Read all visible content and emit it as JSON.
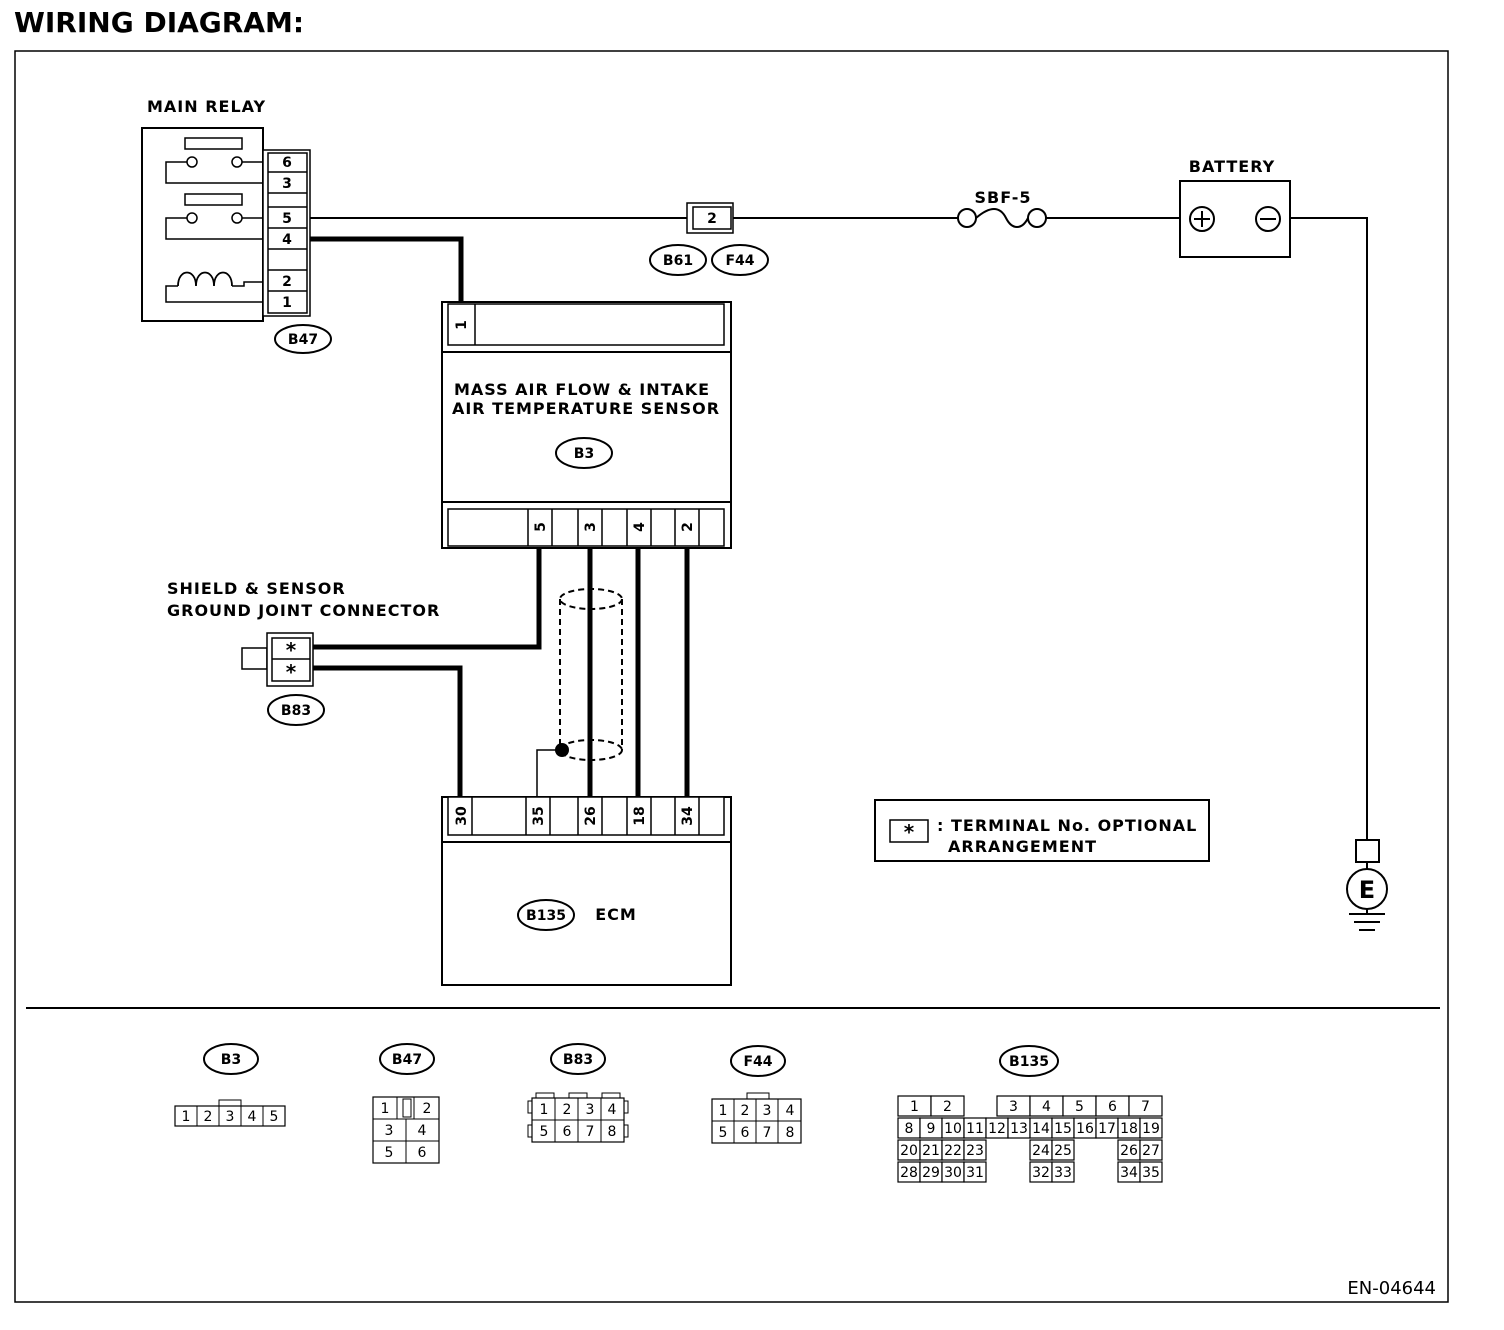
{
  "title": "WIRING DIAGRAM:",
  "figure_code": "EN-04644",
  "components": {
    "main_relay": {
      "label": "MAIN RELAY",
      "connector": "B47",
      "pins": [
        "6",
        "3",
        "5",
        "4",
        "2",
        "1"
      ]
    },
    "maf_sensor": {
      "label_line1": "MASS AIR FLOW & INTAKE",
      "label_line2": "AIR TEMPERATURE SENSOR",
      "connector": "B3",
      "top_pin": "1",
      "bottom_pins": [
        "5",
        "3",
        "4",
        "2"
      ]
    },
    "joint_connector": {
      "label_line1": "SHIELD & SENSOR",
      "label_line2": "GROUND JOINT CONNECTOR",
      "connector": "B83",
      "pins": [
        "*",
        "*"
      ]
    },
    "ecm": {
      "label": "ECM",
      "connector": "B135",
      "pins": [
        "30",
        "35",
        "26",
        "18",
        "34"
      ]
    },
    "inline_connector": {
      "pin": "2",
      "left_connector": "B61",
      "right_connector": "F44"
    },
    "fuse": {
      "label": "SBF-5"
    },
    "battery": {
      "label": "BATTERY"
    },
    "ground": {
      "label": "E"
    }
  },
  "legend": {
    "symbol": "*",
    "line1": ": TERMINAL No. OPTIONAL",
    "line2": "ARRANGEMENT"
  },
  "connector_views": {
    "b3": {
      "label": "B3",
      "cells": [
        "1",
        "2",
        "3",
        "4",
        "5"
      ]
    },
    "b47": {
      "label": "B47",
      "rows": [
        [
          "1",
          "2"
        ],
        [
          "3",
          "4"
        ],
        [
          "5",
          "6"
        ]
      ]
    },
    "b83": {
      "label": "B83",
      "rows": [
        [
          "1",
          "2",
          "3",
          "4"
        ],
        [
          "5",
          "6",
          "7",
          "8"
        ]
      ]
    },
    "f44": {
      "label": "F44",
      "rows": [
        [
          "1",
          "2",
          "3",
          "4"
        ],
        [
          "5",
          "6",
          "7",
          "8"
        ]
      ]
    },
    "b135": {
      "label": "B135",
      "row1": [
        "1",
        "2",
        "3",
        "4",
        "5",
        "6",
        "7"
      ],
      "row2": [
        "8",
        "9",
        "10",
        "11",
        "12",
        "13",
        "14",
        "15",
        "16",
        "17",
        "18",
        "19"
      ],
      "row3": [
        "20",
        "21",
        "22",
        "23",
        "24",
        "25",
        "26",
        "27"
      ],
      "row4": [
        "28",
        "29",
        "30",
        "31",
        "32",
        "33",
        "34",
        "35"
      ]
    }
  }
}
